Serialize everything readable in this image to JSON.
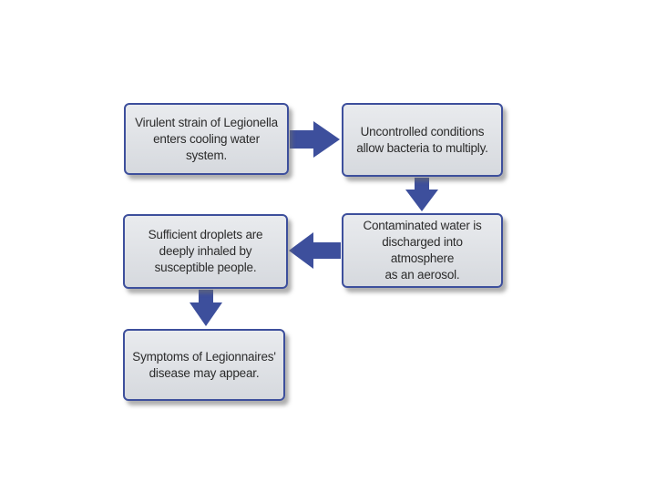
{
  "diagram": {
    "nodes": [
      {
        "id": "n1",
        "text": "Virulent strain of Legionella\nenters cooling water system."
      },
      {
        "id": "n2",
        "text": "Uncontrolled conditions\nallow bacteria to multiply."
      },
      {
        "id": "n3",
        "text": "Contaminated water is\ndischarged into atmosphere\nas an aerosol."
      },
      {
        "id": "n4",
        "text": "Sufficient droplets are\ndeeply inhaled by\nsusceptible people."
      },
      {
        "id": "n5",
        "text": "Symptoms of Legionnaires'\ndisease may appear."
      }
    ],
    "edges": [
      {
        "from": "n1",
        "to": "n2"
      },
      {
        "from": "n2",
        "to": "n3"
      },
      {
        "from": "n3",
        "to": "n4"
      },
      {
        "from": "n4",
        "to": "n5"
      }
    ],
    "colors": {
      "box_border": "#3d4f9c",
      "arrow": "#3d4f9c",
      "box_fill": "#e0e2e6",
      "text": "#2b2b2b"
    }
  }
}
